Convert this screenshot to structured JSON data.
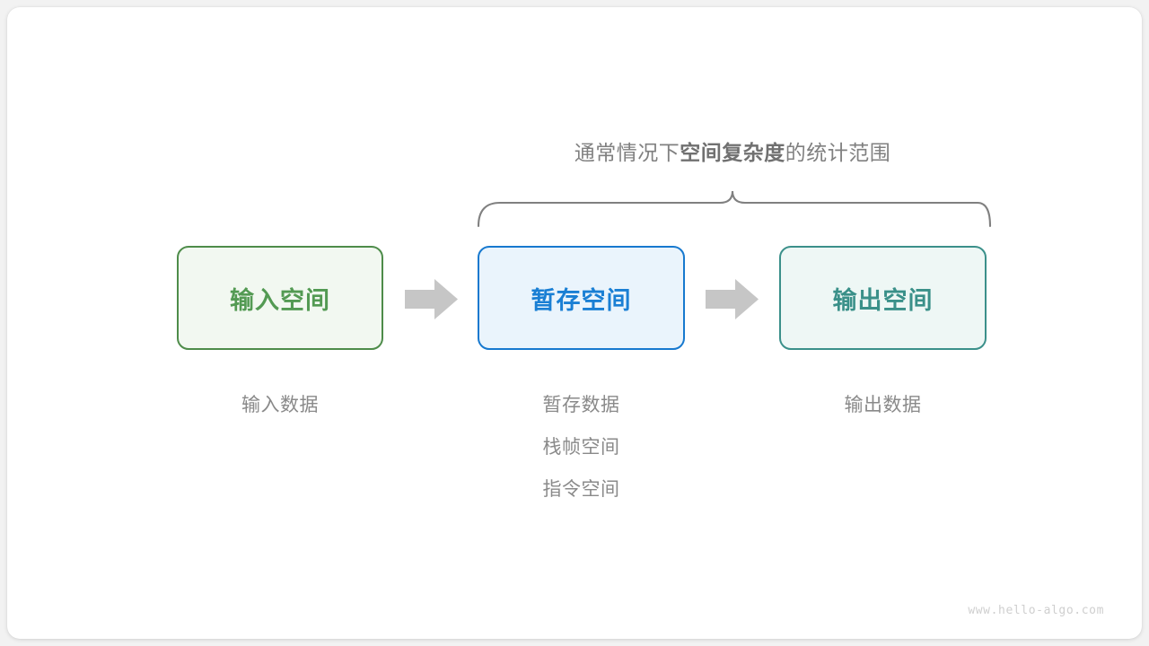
{
  "diagram": {
    "brace_caption": {
      "prefix": "通常情况下",
      "emphasis": "空间复杂度",
      "suffix": "的统计范围"
    },
    "boxes": [
      {
        "id": "input-space",
        "label": "输入空间",
        "border_color": "#4e8c4a",
        "fill_color": "#f2f8f1",
        "text_color": "#539a53",
        "captions": [
          "输入数据"
        ]
      },
      {
        "id": "temp-space",
        "label": "暂存空间",
        "border_color": "#1779cf",
        "fill_color": "#eaf4fc",
        "text_color": "#1a7fd4",
        "captions": [
          "暂存数据",
          "栈帧空间",
          "指令空间"
        ]
      },
      {
        "id": "output-space",
        "label": "输出空间",
        "border_color": "#3b908a",
        "fill_color": "#eef7f5",
        "text_color": "#3a9089",
        "captions": [
          "输出数据"
        ]
      }
    ],
    "arrows": [
      {
        "id": "arrow-input-to-temp",
        "direction": "right",
        "color": "#c6c6c6"
      },
      {
        "id": "arrow-temp-to-output",
        "direction": "right",
        "color": "#c6c6c6"
      }
    ],
    "brace": {
      "color": "#808080",
      "orientation": "top"
    },
    "watermark": "www.hello-algo.com"
  }
}
